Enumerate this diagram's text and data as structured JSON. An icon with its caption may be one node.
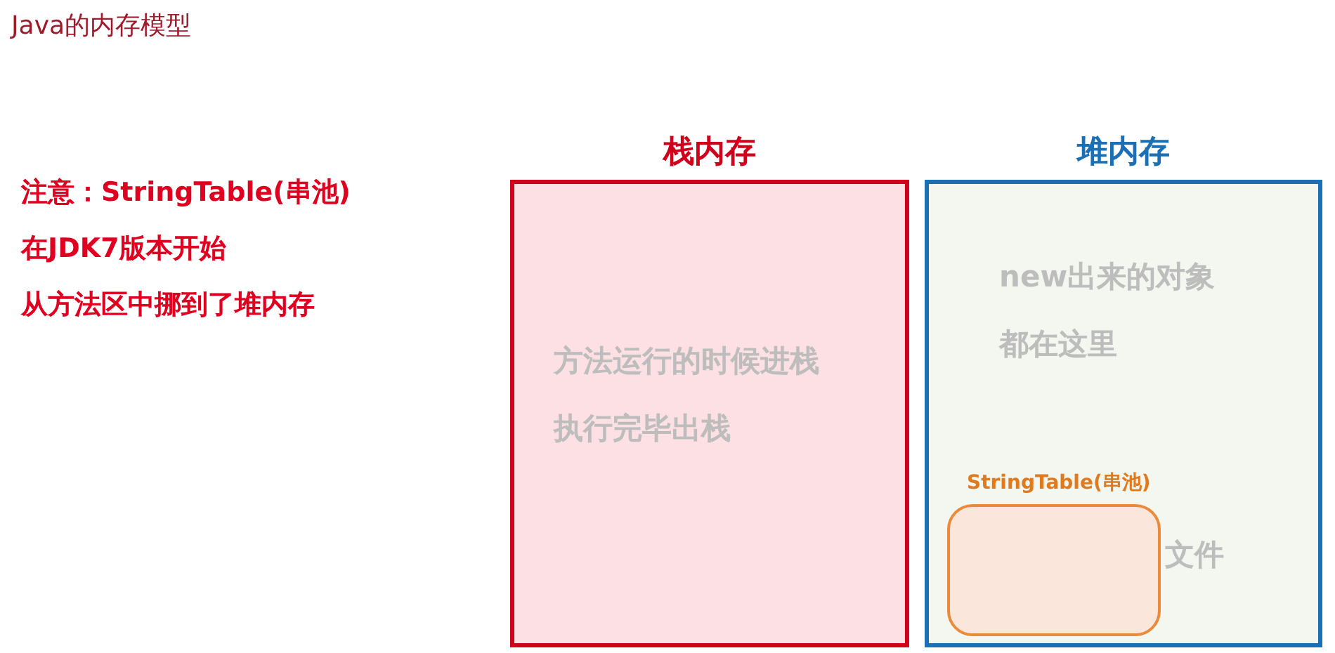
{
  "diagram": {
    "title": "Java的内存模型",
    "nodes": [
      {
        "text": [
          "栈内存",
          "方法运行的时候进栈",
          "执行完毕出栈"
        ]
      },
      {
        "text": [
          "堆内存",
          "new出来的对象",
          "都在这里",
          "文件"
        ]
      },
      {
        "text": [
          "StringTable(串池)"
        ],
        "in": 1
      }
    ],
    "labels": [
      "注意：StringTable(串池)",
      "在JDK7版本开始",
      "从方法区中挪到了堆内存"
    ]
  }
}
